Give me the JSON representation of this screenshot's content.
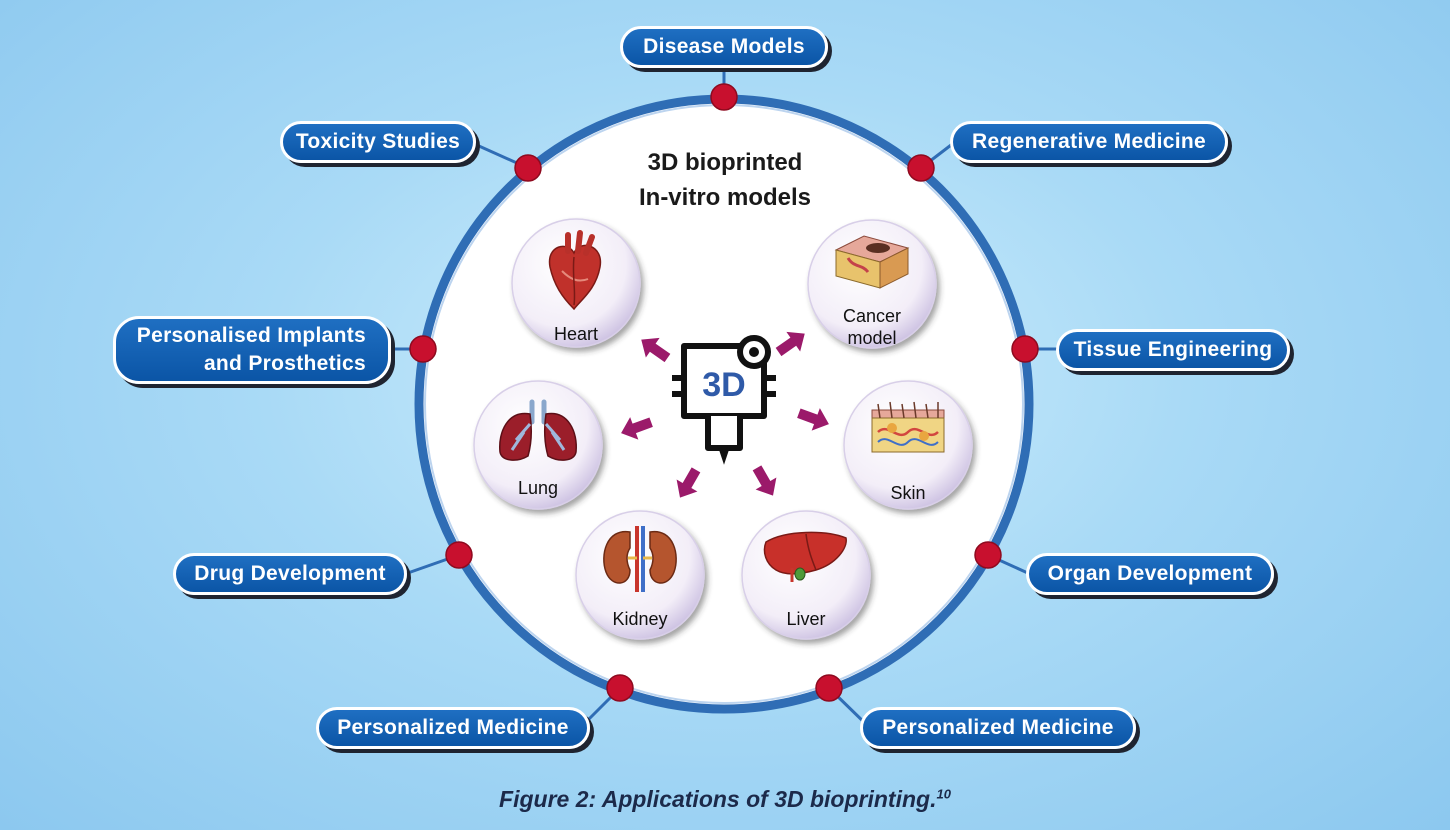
{
  "diagram": {
    "title_line1": "3D bioprinted",
    "title_line2": "In-vitro models",
    "center_icon_text": "3D",
    "applications": {
      "disease_models": "Disease Models",
      "toxicity_studies": "Toxicity Studies",
      "regenerative_medicine": "Regenerative Medicine",
      "implants_line1": "Personalised Implants",
      "implants_line2": "and Prosthetics",
      "tissue_engineering": "Tissue Engineering",
      "drug_development": "Drug Development",
      "organ_development": "Organ Development",
      "personalized_medicine_left": "Personalized Medicine",
      "personalized_medicine_right": "Personalized Medicine"
    },
    "organs": {
      "heart": "Heart",
      "cancer_line1": "Cancer",
      "cancer_line2": "model",
      "lung": "Lung",
      "skin": "Skin",
      "kidney": "Kidney",
      "liver": "Liver"
    },
    "colors": {
      "pill_blue": "#0b55a6",
      "ring_blue": "#2f6db5",
      "node_red": "#c8102e",
      "arrow_purple": "#9b1a6a"
    }
  },
  "caption": {
    "text": "Figure 2: Applications of 3D bioprinting.",
    "reference": "10"
  }
}
